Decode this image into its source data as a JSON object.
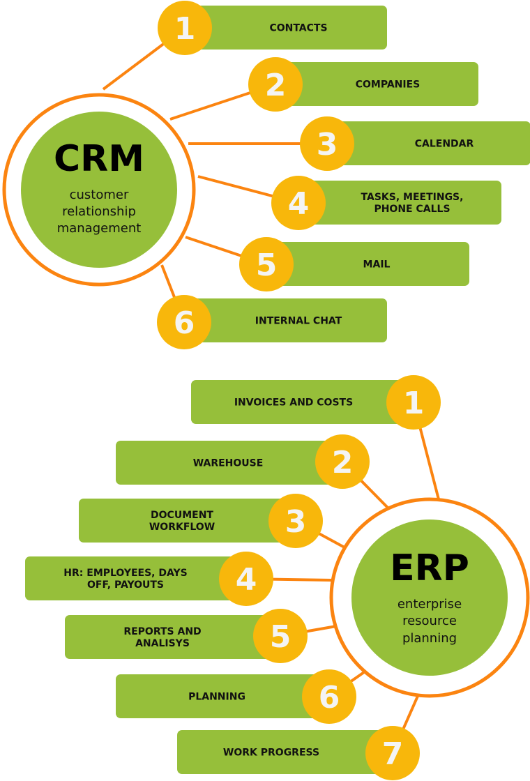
{
  "colors": {
    "bar": "#96bf3a",
    "badge": "#f8b70b",
    "line": "#fb8410",
    "hub": "#96bf3a",
    "number": "#f4f4f4",
    "text": "#111111"
  },
  "crm": {
    "title": "CRM",
    "subtitle": [
      "customer",
      "relationship",
      "management"
    ],
    "items": [
      {
        "number": "1",
        "label": [
          "CONTACTS"
        ]
      },
      {
        "number": "2",
        "label": [
          "COMPANIES"
        ]
      },
      {
        "number": "3",
        "label": [
          "CALENDAR"
        ]
      },
      {
        "number": "4",
        "label": [
          "TASKS, MEETINGS,",
          "PHONE CALLS"
        ]
      },
      {
        "number": "5",
        "label": [
          "MAIL"
        ]
      },
      {
        "number": "6",
        "label": [
          "INTERNAL CHAT"
        ]
      }
    ]
  },
  "erp": {
    "title": "ERP",
    "subtitle": [
      "enterprise",
      "resource",
      "planning"
    ],
    "items": [
      {
        "number": "1",
        "label": [
          "INVOICES AND COSTS"
        ]
      },
      {
        "number": "2",
        "label": [
          "WAREHOUSE"
        ]
      },
      {
        "number": "3",
        "label": [
          "DOCUMENT",
          "WORKFLOW"
        ]
      },
      {
        "number": "4",
        "label": [
          "HR: EMPLOYEES, DAYS",
          "OFF, PAYOUTS"
        ]
      },
      {
        "number": "5",
        "label": [
          "REPORTS AND",
          "ANALISYS"
        ]
      },
      {
        "number": "6",
        "label": [
          "PLANNING"
        ]
      },
      {
        "number": "7",
        "label": [
          "WORK PROGRESS"
        ]
      }
    ]
  }
}
